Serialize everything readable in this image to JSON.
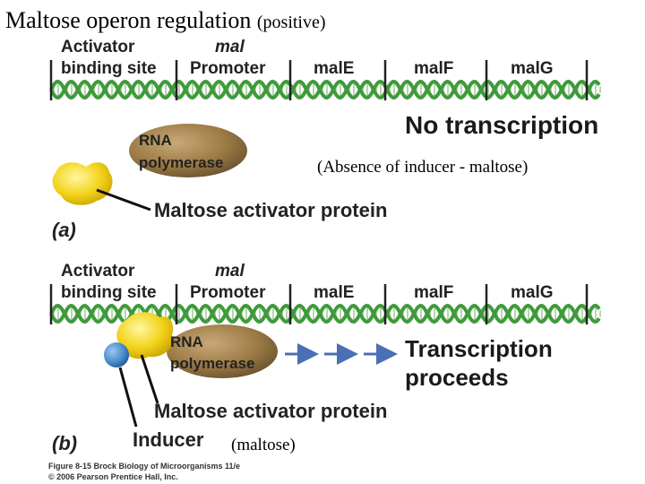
{
  "title": {
    "main": "Maltose operon regulation",
    "suffix": "(positive)"
  },
  "panel_a": {
    "activator_line1": "Activator",
    "activator_line2": "binding site",
    "mal_label": "mal",
    "promoter_label": "Promoter",
    "genes": [
      "malE",
      "malF",
      "malG"
    ],
    "status": "No transcription",
    "rna_line1": "RNA",
    "rna_line2": "polymerase",
    "note": "(Absence of inducer - maltose)",
    "protein_label": "Maltose activator protein",
    "panel_label": "(a)"
  },
  "panel_b": {
    "activator_line1": "Activator",
    "activator_line2": "binding site",
    "mal_label": "mal",
    "promoter_label": "Promoter",
    "genes": [
      "malE",
      "malF",
      "malG"
    ],
    "status_line1": "Transcription",
    "status_line2": "proceeds",
    "rna_line1": "RNA",
    "rna_line2": "polymerase",
    "protein_label": "Maltose activator protein",
    "inducer_label": "Inducer",
    "inducer_note": "(maltose)",
    "panel_label": "(b)"
  },
  "credit": {
    "line1": "Figure 8-15 Brock Biology of Microorganisms 11/e",
    "line2": "© 2006 Pearson Prentice Hall, Inc."
  },
  "colors": {
    "dna": "#3f9a3c",
    "dna_rungs": "#9ccc8f",
    "polymerase": "#9c7b45",
    "activator": "#f3d21a",
    "inducer": "#3f86c8",
    "arrow": "#4a6fb5"
  }
}
